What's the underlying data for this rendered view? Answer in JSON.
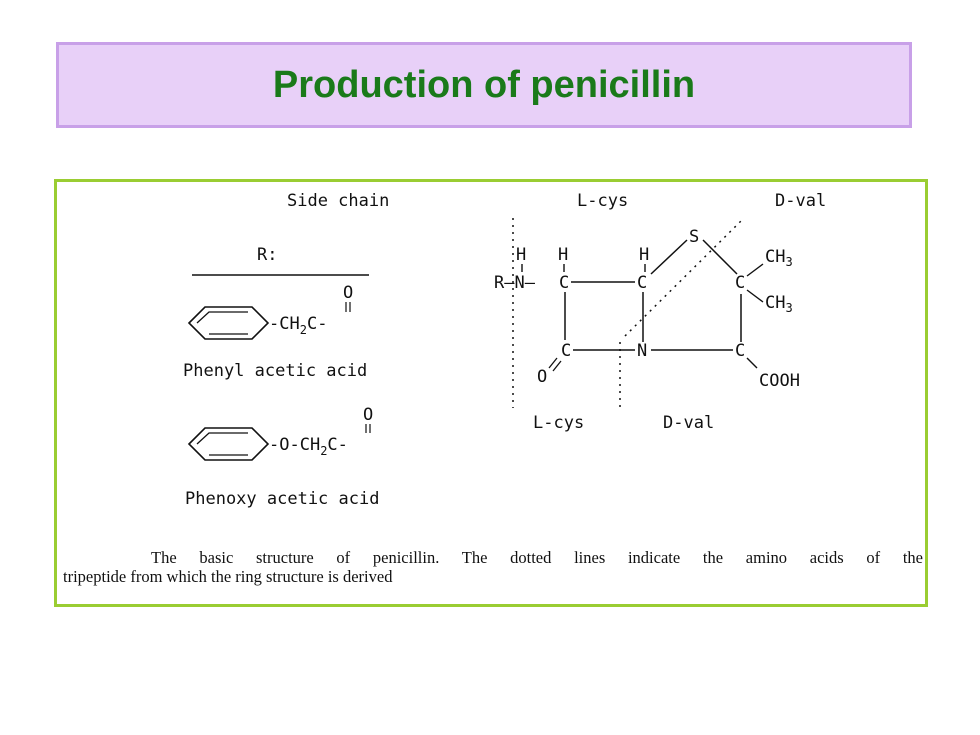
{
  "title": "Production of penicillin",
  "figure": {
    "side_chain_label": "Side chain",
    "r_label": "R:",
    "phenyl_group": "-CH",
    "sub2": "2",
    "carbonyl": "C-",
    "o": "O",
    "phenyl_name": "Phenyl acetic acid",
    "phenoxy_group": "-O-CH",
    "phenoxy_name": "Phenoxy acetic acid",
    "lcys_top": "L-cys",
    "dval_top": "D-val",
    "lcys_bottom": "L-cys",
    "dval_bottom": "D-val",
    "h": "H",
    "rn": "R–N–",
    "c": "C",
    "s": "S",
    "n": "N",
    "ch3": "CH",
    "sub3": "3",
    "cooh": "COOH",
    "caption_line1": "The basic structure of penicillin. The dotted lines indicate the amino acids of the",
    "caption_line2": "tripeptide from which the ring structure is derived"
  }
}
